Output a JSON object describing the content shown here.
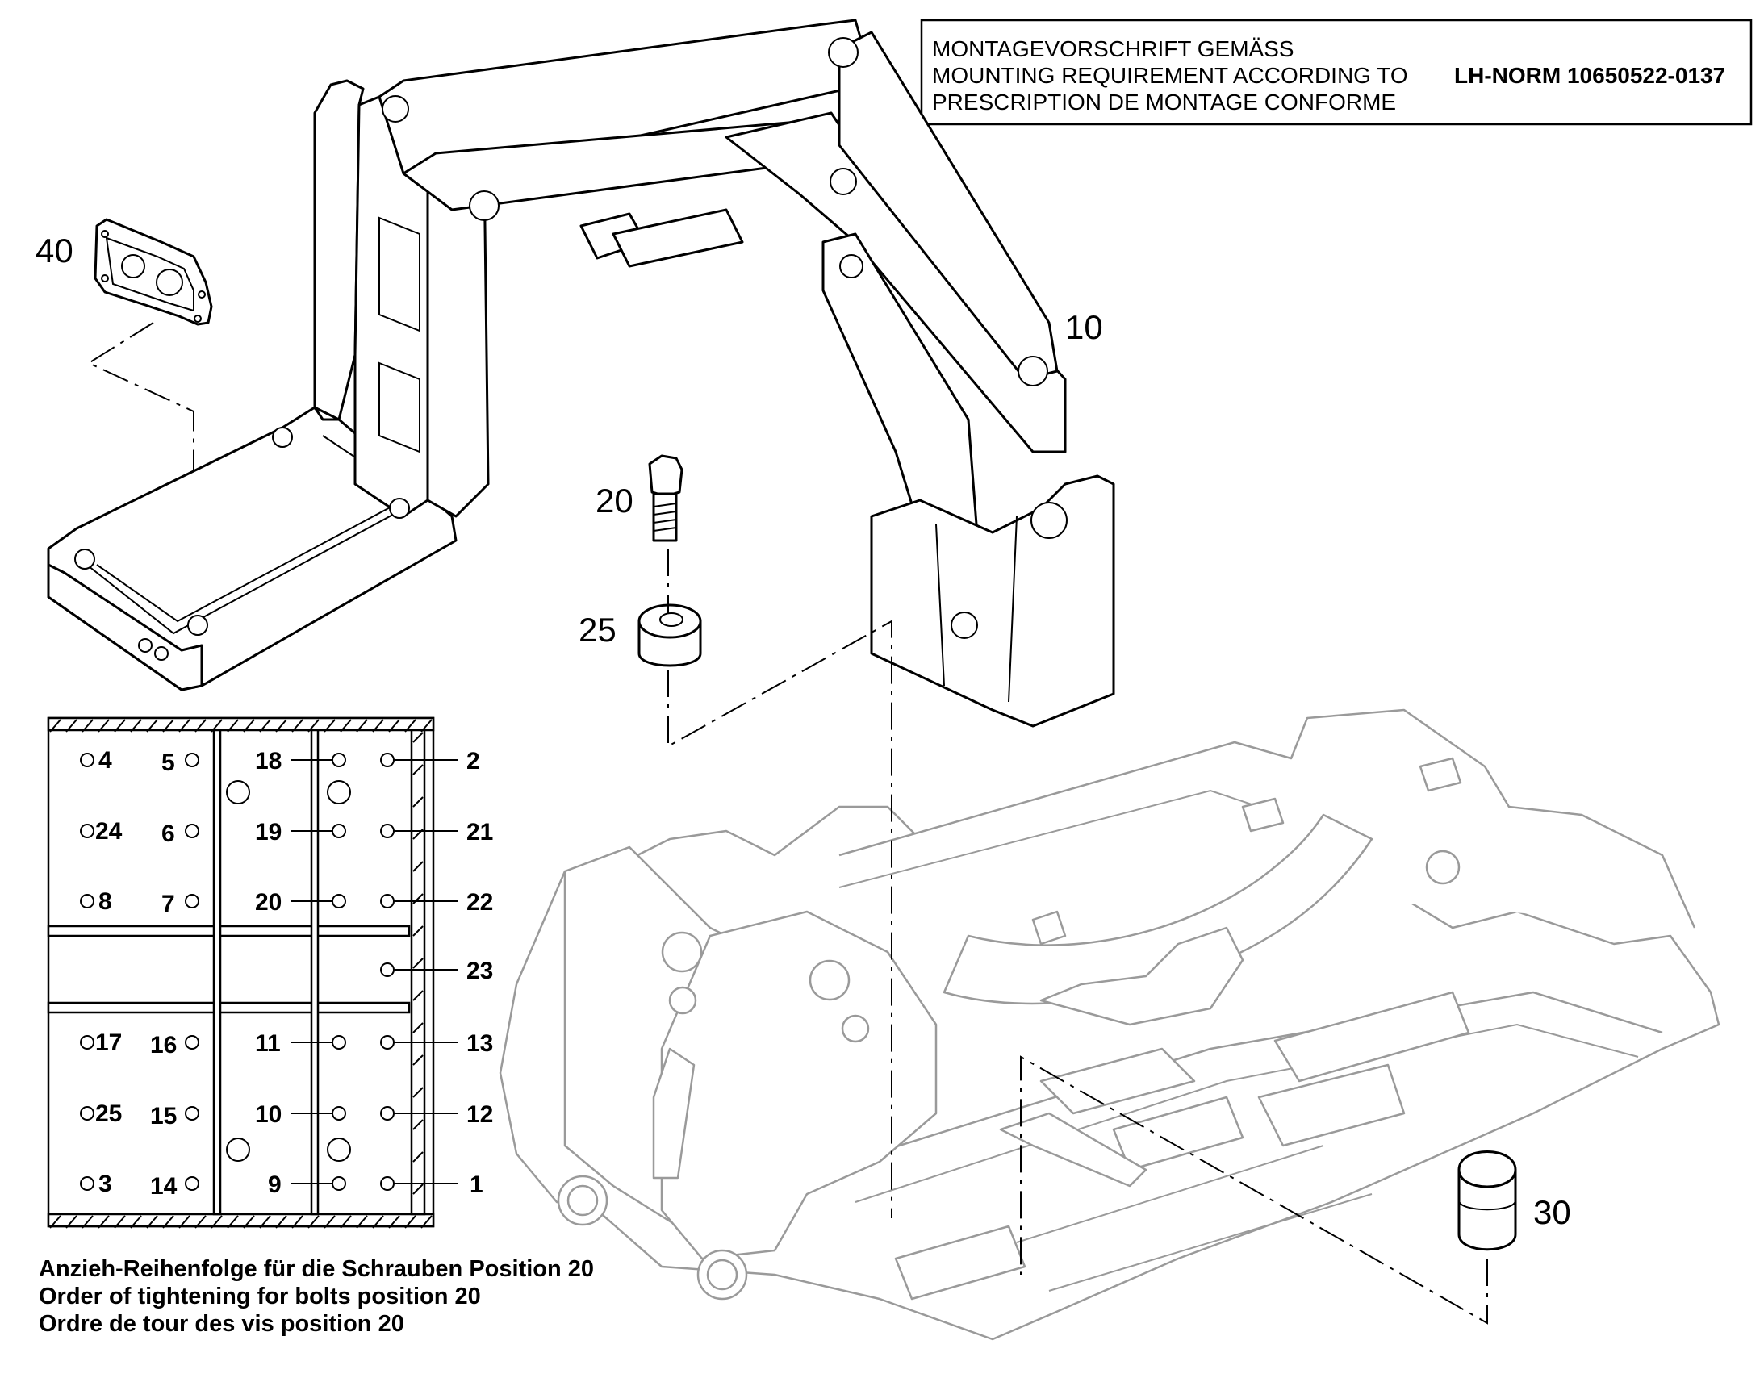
{
  "requirement_box": {
    "line_de": "MONTAGEVORSCHRIFT GEMÄSS",
    "line_en": "MOUNTING REQUIREMENT ACCORDING TO",
    "line_fr": "PRESCRIPTION DE MONTAGE CONFORME",
    "norm": "LH-NORM 10650522-0137"
  },
  "part_labels": {
    "p10": "10",
    "p20": "20",
    "p25": "25",
    "p30": "30",
    "p40": "40"
  },
  "tightening_sequence": {
    "top_left": [
      "4",
      "24",
      "8"
    ],
    "top_left_inner": [
      "5",
      "6",
      "7"
    ],
    "top_mid": [
      "18",
      "19",
      "20"
    ],
    "top_right": [
      "2",
      "21",
      "22"
    ],
    "middle_right": "23",
    "bottom_left": [
      "17",
      "25",
      "3"
    ],
    "bottom_left_inner": [
      "16",
      "15",
      "14"
    ],
    "bottom_mid": [
      "11",
      "10",
      "9"
    ],
    "bottom_right": [
      "13",
      "12",
      "1"
    ]
  },
  "caption": {
    "de": "Anzieh-Reihenfolge für die Schrauben Position 20",
    "en": "Order of tightening for bolts position 20",
    "fr": "Ordre de tour des vis position 20"
  }
}
